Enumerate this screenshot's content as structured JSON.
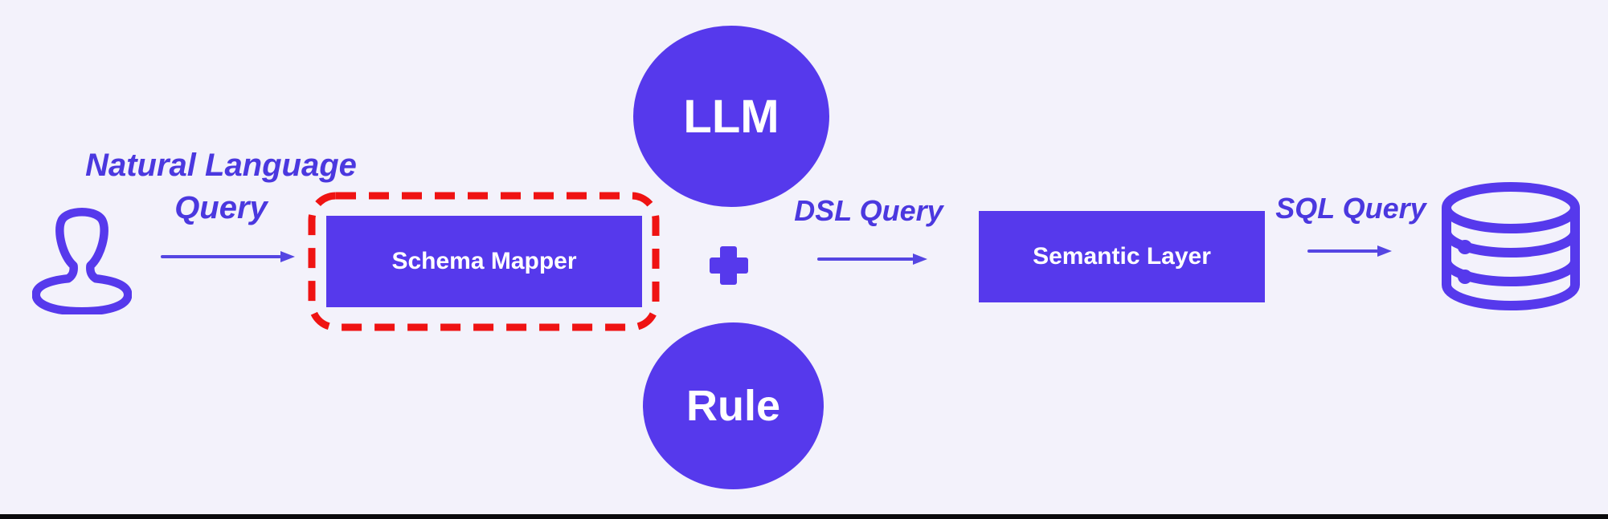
{
  "title": "Natural language to SQL pipeline diagram",
  "canvas": {
    "background": "#F3F2FB",
    "bottom_bar_color": "#0A0A0C"
  },
  "colors": {
    "primary": "#5639EC",
    "label": "#4B38DF",
    "arrow": "#5546E2",
    "highlight": "#EF1313",
    "node_text": "#FFFFFF"
  },
  "icons": {
    "user": "person-icon",
    "datastore": "database-icon",
    "combine": "plus-icon",
    "flow": "arrow-right-icon"
  },
  "nodes": {
    "schema_mapper": {
      "label": "Schema Mapper",
      "highlighted": true
    },
    "llm": {
      "label": "LLM"
    },
    "rule": {
      "label": "Rule"
    },
    "semantic_layer": {
      "label": "Semantic Layer"
    },
    "plus_symbol": "+"
  },
  "edge_labels": {
    "nl_query": "Natural Language Query",
    "dsl_query": "DSL Query",
    "sql_query": "SQL Query"
  }
}
